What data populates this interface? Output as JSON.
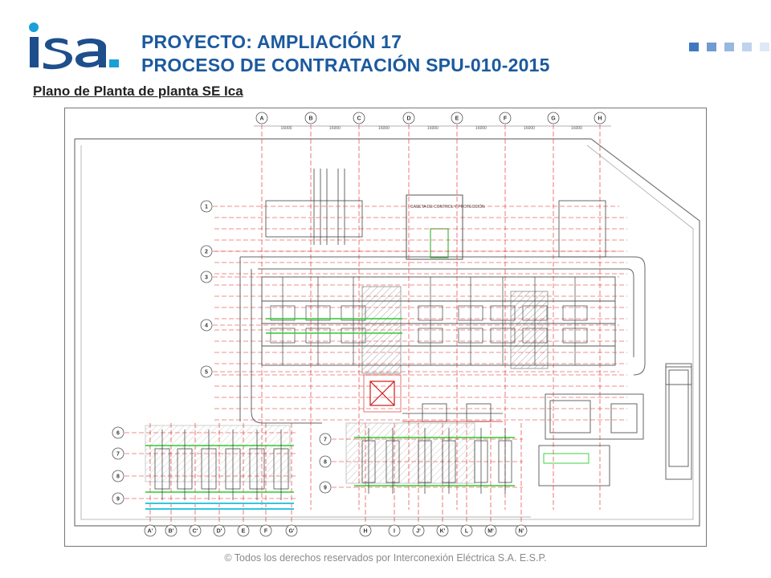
{
  "logo": {
    "text": "isa"
  },
  "header": {
    "title_line1": "PROYECTO: AMPLIACIÓN 17",
    "title_line2": "PROCESO DE CONTRATACIÓN  SPU-010-2015",
    "subtitle": "Plano de Planta de planta SE Ica"
  },
  "colors": {
    "brand_blue": "#1b5a9e",
    "logo_blue": "#1f4e8c",
    "logo_cyan": "#1aa0d8",
    "plan_red": "#e02020",
    "plan_green": "#2ecc2e"
  },
  "plan": {
    "top_axes": [
      "A",
      "B",
      "C",
      "D",
      "E",
      "F",
      "G",
      "H"
    ],
    "top_spacing": "16000",
    "left_axes": [
      "1",
      "2",
      "3",
      "4",
      "5"
    ],
    "lower_left_axes": [
      "6",
      "7",
      "8",
      "9"
    ],
    "mid_axes": [
      "7",
      "8",
      "9"
    ],
    "bottom_axes": [
      "A'",
      "B'",
      "C'",
      "D'",
      "E",
      "F",
      "G'",
      "H",
      "I",
      "J'",
      "K'",
      "L",
      "M'",
      "N'"
    ],
    "room_label": "CASETA DE CONTROL Y PROTECCIÓN"
  },
  "footer": {
    "text": "© Todos los derechos reservados por Interconexión Eléctrica S.A. E.S.P."
  }
}
